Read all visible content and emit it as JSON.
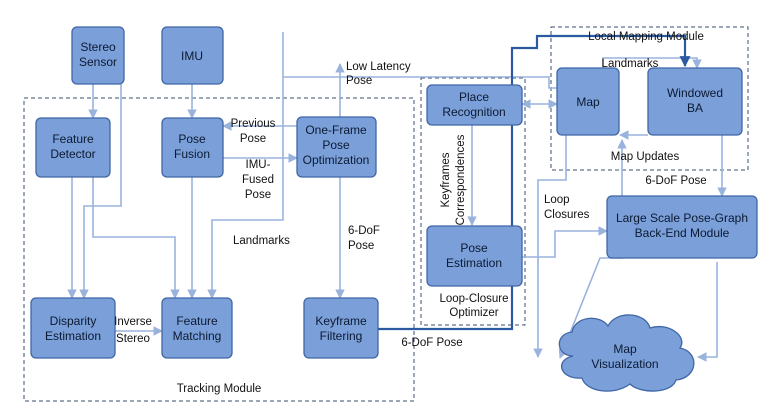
{
  "nodes": {
    "stereo_sensor": [
      "Stereo",
      "Sensor"
    ],
    "imu": [
      "IMU"
    ],
    "feature_detector": [
      "Feature",
      "Detector"
    ],
    "pose_fusion": [
      "Pose",
      "Fusion"
    ],
    "one_frame_pose_opt": [
      "One-Frame",
      "Pose",
      "Optimization"
    ],
    "disparity_estimation": [
      "Disparity",
      "Estimation"
    ],
    "feature_matching": [
      "Feature",
      "Matching"
    ],
    "keyframe_filtering": [
      "Keyframe",
      "Filtering"
    ],
    "place_recognition": [
      "Place",
      "Recognition"
    ],
    "pose_estimation": [
      "Pose",
      "Estimation"
    ],
    "map": [
      "Map"
    ],
    "windowed_ba": [
      "Windowed",
      "BA"
    ],
    "pose_graph_backend": [
      "Large Scale Pose-Graph",
      "Back-End Module"
    ],
    "map_visualization": [
      "Map",
      "Visualization"
    ]
  },
  "regions": {
    "tracking_module": "Tracking Module",
    "loop_closure_optimizer": [
      "Loop-Closure",
      "Optimizer"
    ],
    "local_mapping_module": "Local Mapping Module"
  },
  "edge_labels": {
    "previous_pose": [
      "Previous",
      "Pose"
    ],
    "imu_fused_pose": [
      "IMU-",
      "Fused",
      "Pose"
    ],
    "low_latency_pose": [
      "Low Latency",
      "Pose"
    ],
    "six_dof_pose_mid": [
      "6-DoF",
      "Pose"
    ],
    "landmarks_left": "Landmarks",
    "inverse_stereo": [
      "Inverse",
      "Stereo"
    ],
    "six_dof_pose_bottom": "6-DoF Pose",
    "keyframes_correspondences": [
      "Keyframes",
      "Correspondences"
    ],
    "landmarks_top": "Landmarks",
    "map_updates": "Map Updates",
    "six_dof_pose_right": "6-DoF Pose",
    "loop_closures": [
      "Loop",
      "Closures"
    ]
  },
  "colors": {
    "node_fill": "#7b9fd8",
    "node_stroke": "#3f66a6",
    "edge_light": "#9ab3dd",
    "edge_dark": "#2c5aa0"
  }
}
